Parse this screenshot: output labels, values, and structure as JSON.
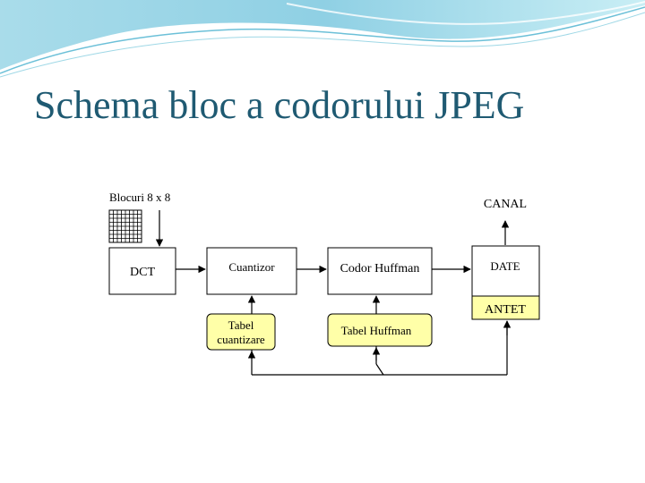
{
  "slide": {
    "title": "Schema bloc a codorului JPEG"
  },
  "diagram": {
    "input_label": "Blocuri 8 x 8",
    "output_label": "CANAL",
    "blocks": {
      "dct": "DCT",
      "quantizer": "Cuantizor",
      "huffman_coder": "Codor Huffman",
      "data": "DATE",
      "header": "ANTET"
    },
    "tables": {
      "quant_table_line1": "Tabel",
      "quant_table_line2": "cuantizare",
      "huffman_table": "Tabel Huffman"
    },
    "colors": {
      "table_fill": "#ffffa8",
      "header_fill": "#ffffa8",
      "title_color": "#1f5a72"
    }
  }
}
